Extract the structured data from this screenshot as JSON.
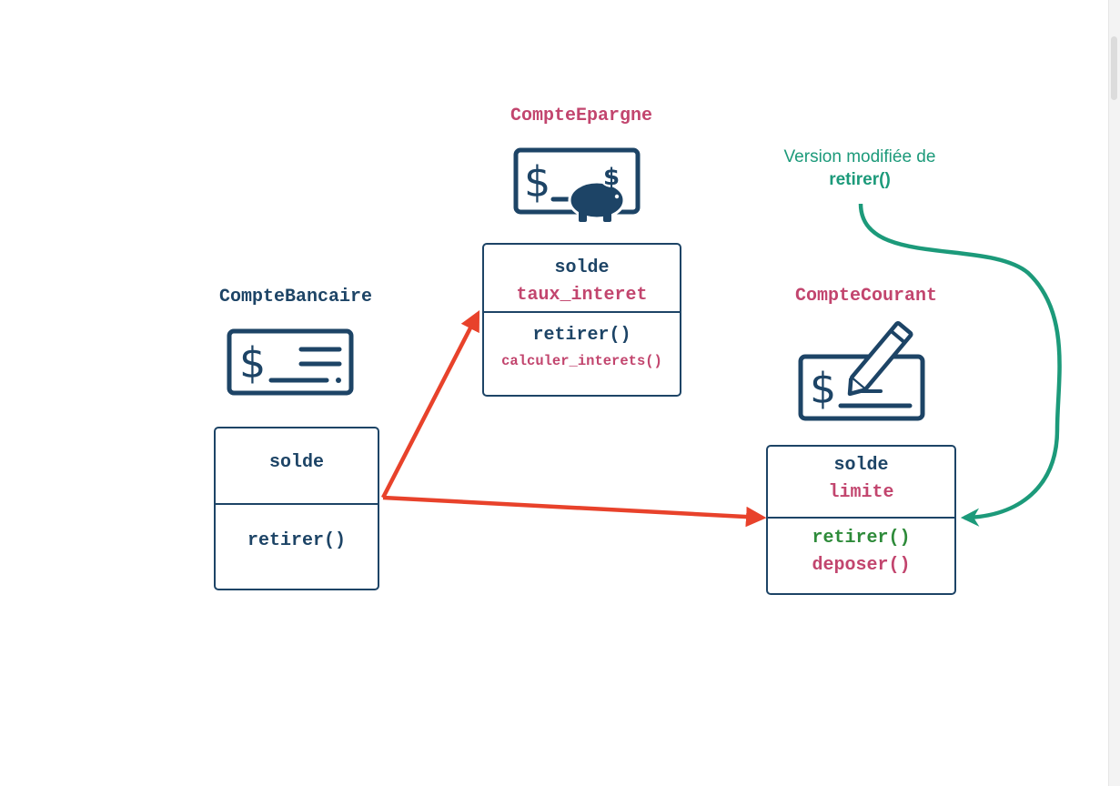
{
  "colors": {
    "navy": "#1d4466",
    "pink": "#c2456e",
    "green": "#2e8b3a",
    "teal": "#1c9a7a",
    "red": "#e8422b"
  },
  "classes": {
    "compte_bancaire": {
      "name": "CompteBancaire",
      "icon": "bank-account-card-icon",
      "attributes": [
        "solde"
      ],
      "methods": [
        "retirer()"
      ]
    },
    "compte_epargne": {
      "name": "CompteEpargne",
      "icon": "savings-piggy-bank-card-icon",
      "attributes": [
        "solde",
        "taux_interet"
      ],
      "methods": [
        "retirer()",
        "calculer_interets()"
      ]
    },
    "compte_courant": {
      "name": "CompteCourant",
      "icon": "check-with-pen-icon",
      "attributes": [
        "solde",
        "limite"
      ],
      "methods": [
        "retirer()",
        "deposer()"
      ]
    }
  },
  "annotation": {
    "line1": "Version modifiée de",
    "line2": "retirer()"
  }
}
